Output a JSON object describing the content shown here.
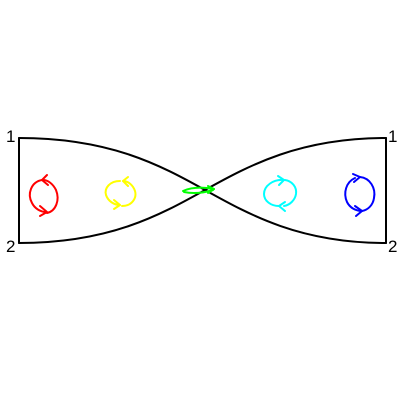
{
  "labels": {
    "top_left": "1",
    "bottom_left": "2",
    "top_right": "1",
    "bottom_right": "2"
  },
  "outline_color": "#000000",
  "rotation_markers": [
    {
      "name": "red-rotation-icon",
      "color": "#ff0000",
      "direction": "counterclockwise"
    },
    {
      "name": "yellow-rotation-icon",
      "color": "#ffff00",
      "direction": "counterclockwise"
    },
    {
      "name": "green-marker-icon",
      "color": "#00ff00",
      "direction": "flattened"
    },
    {
      "name": "cyan-rotation-icon",
      "color": "#00ffff",
      "direction": "clockwise"
    },
    {
      "name": "blue-rotation-icon",
      "color": "#0000ff",
      "direction": "clockwise"
    }
  ]
}
